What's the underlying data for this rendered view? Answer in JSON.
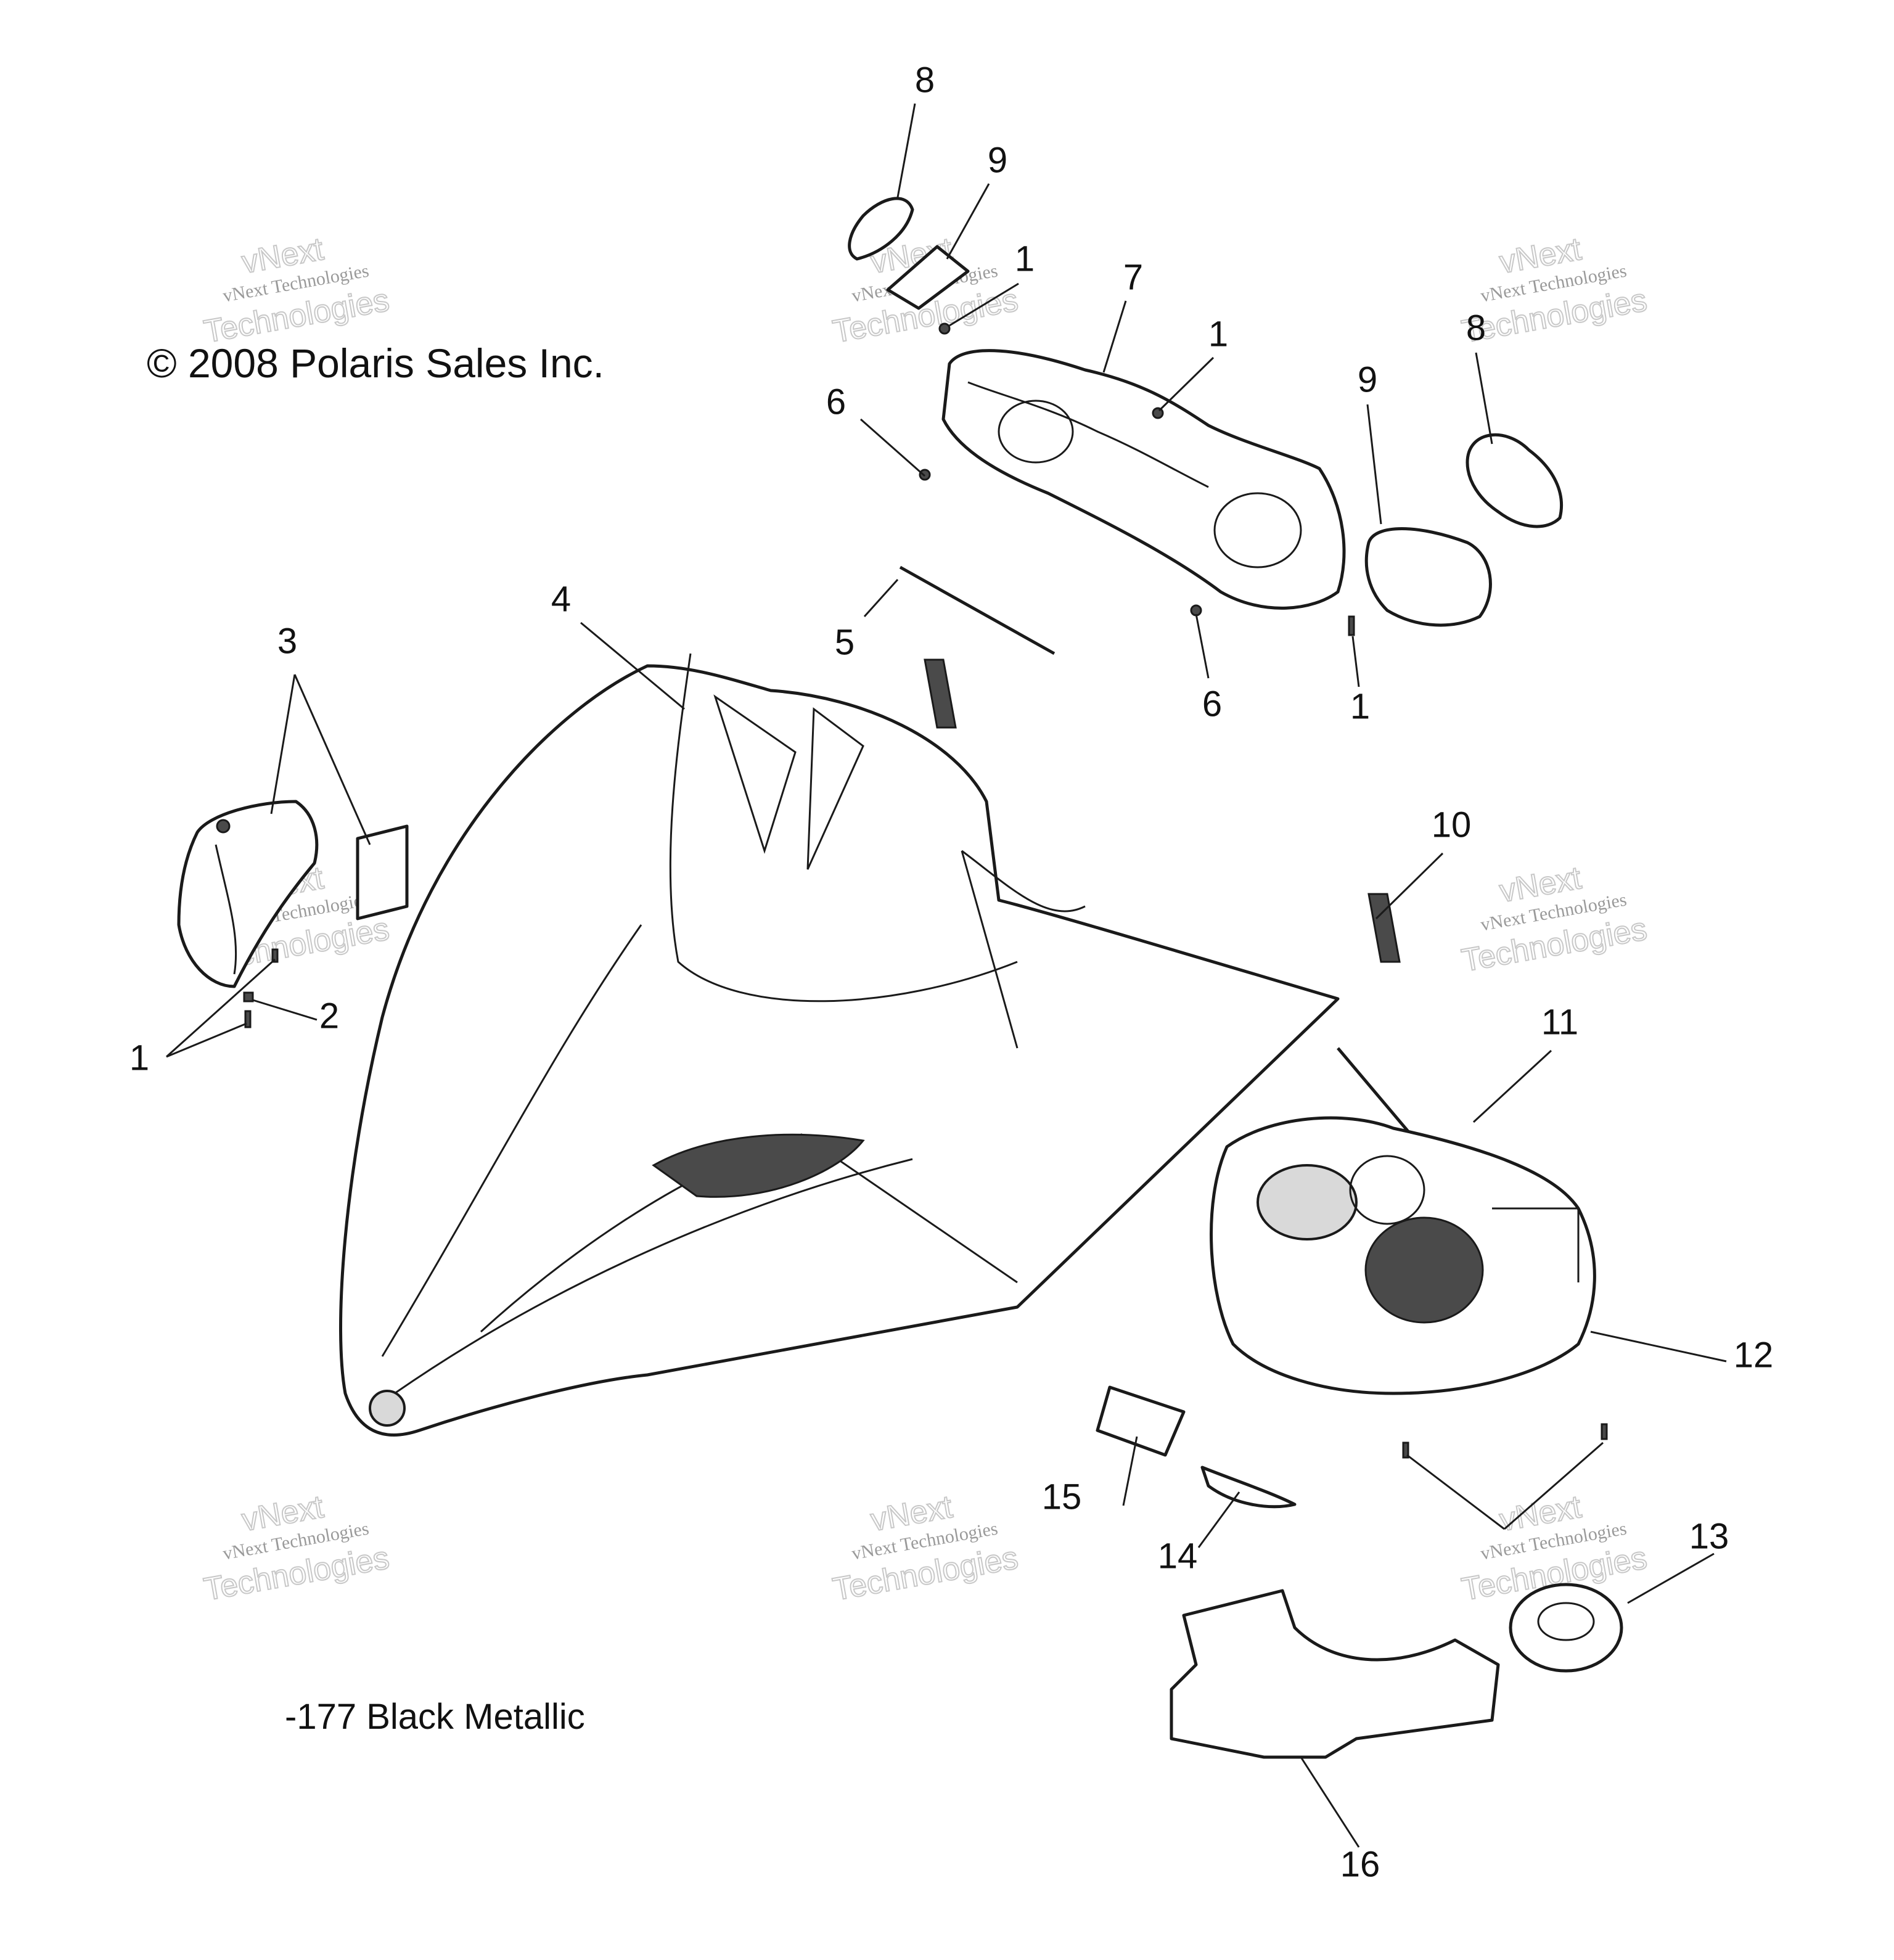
{
  "copyright": "© 2008 Polaris Sales Inc.",
  "color_note": "-177 Black Metallic",
  "watermark": {
    "line1": "vNext Technologies",
    "line2": "vNext",
    "line3": "Technologies"
  },
  "callouts": {
    "c1a": "1",
    "c1b": "1",
    "c1c": "1",
    "c1d": "1",
    "c2": "2",
    "c3": "3",
    "c4": "4",
    "c5": "5",
    "c6a": "6",
    "c6b": "6",
    "c7": "7",
    "c8a": "8",
    "c8b": "8",
    "c9a": "9",
    "c9b": "9",
    "c10": "10",
    "c11": "11",
    "c12": "12",
    "c13": "13",
    "c14": "14",
    "c15": "15",
    "c16": "16"
  }
}
